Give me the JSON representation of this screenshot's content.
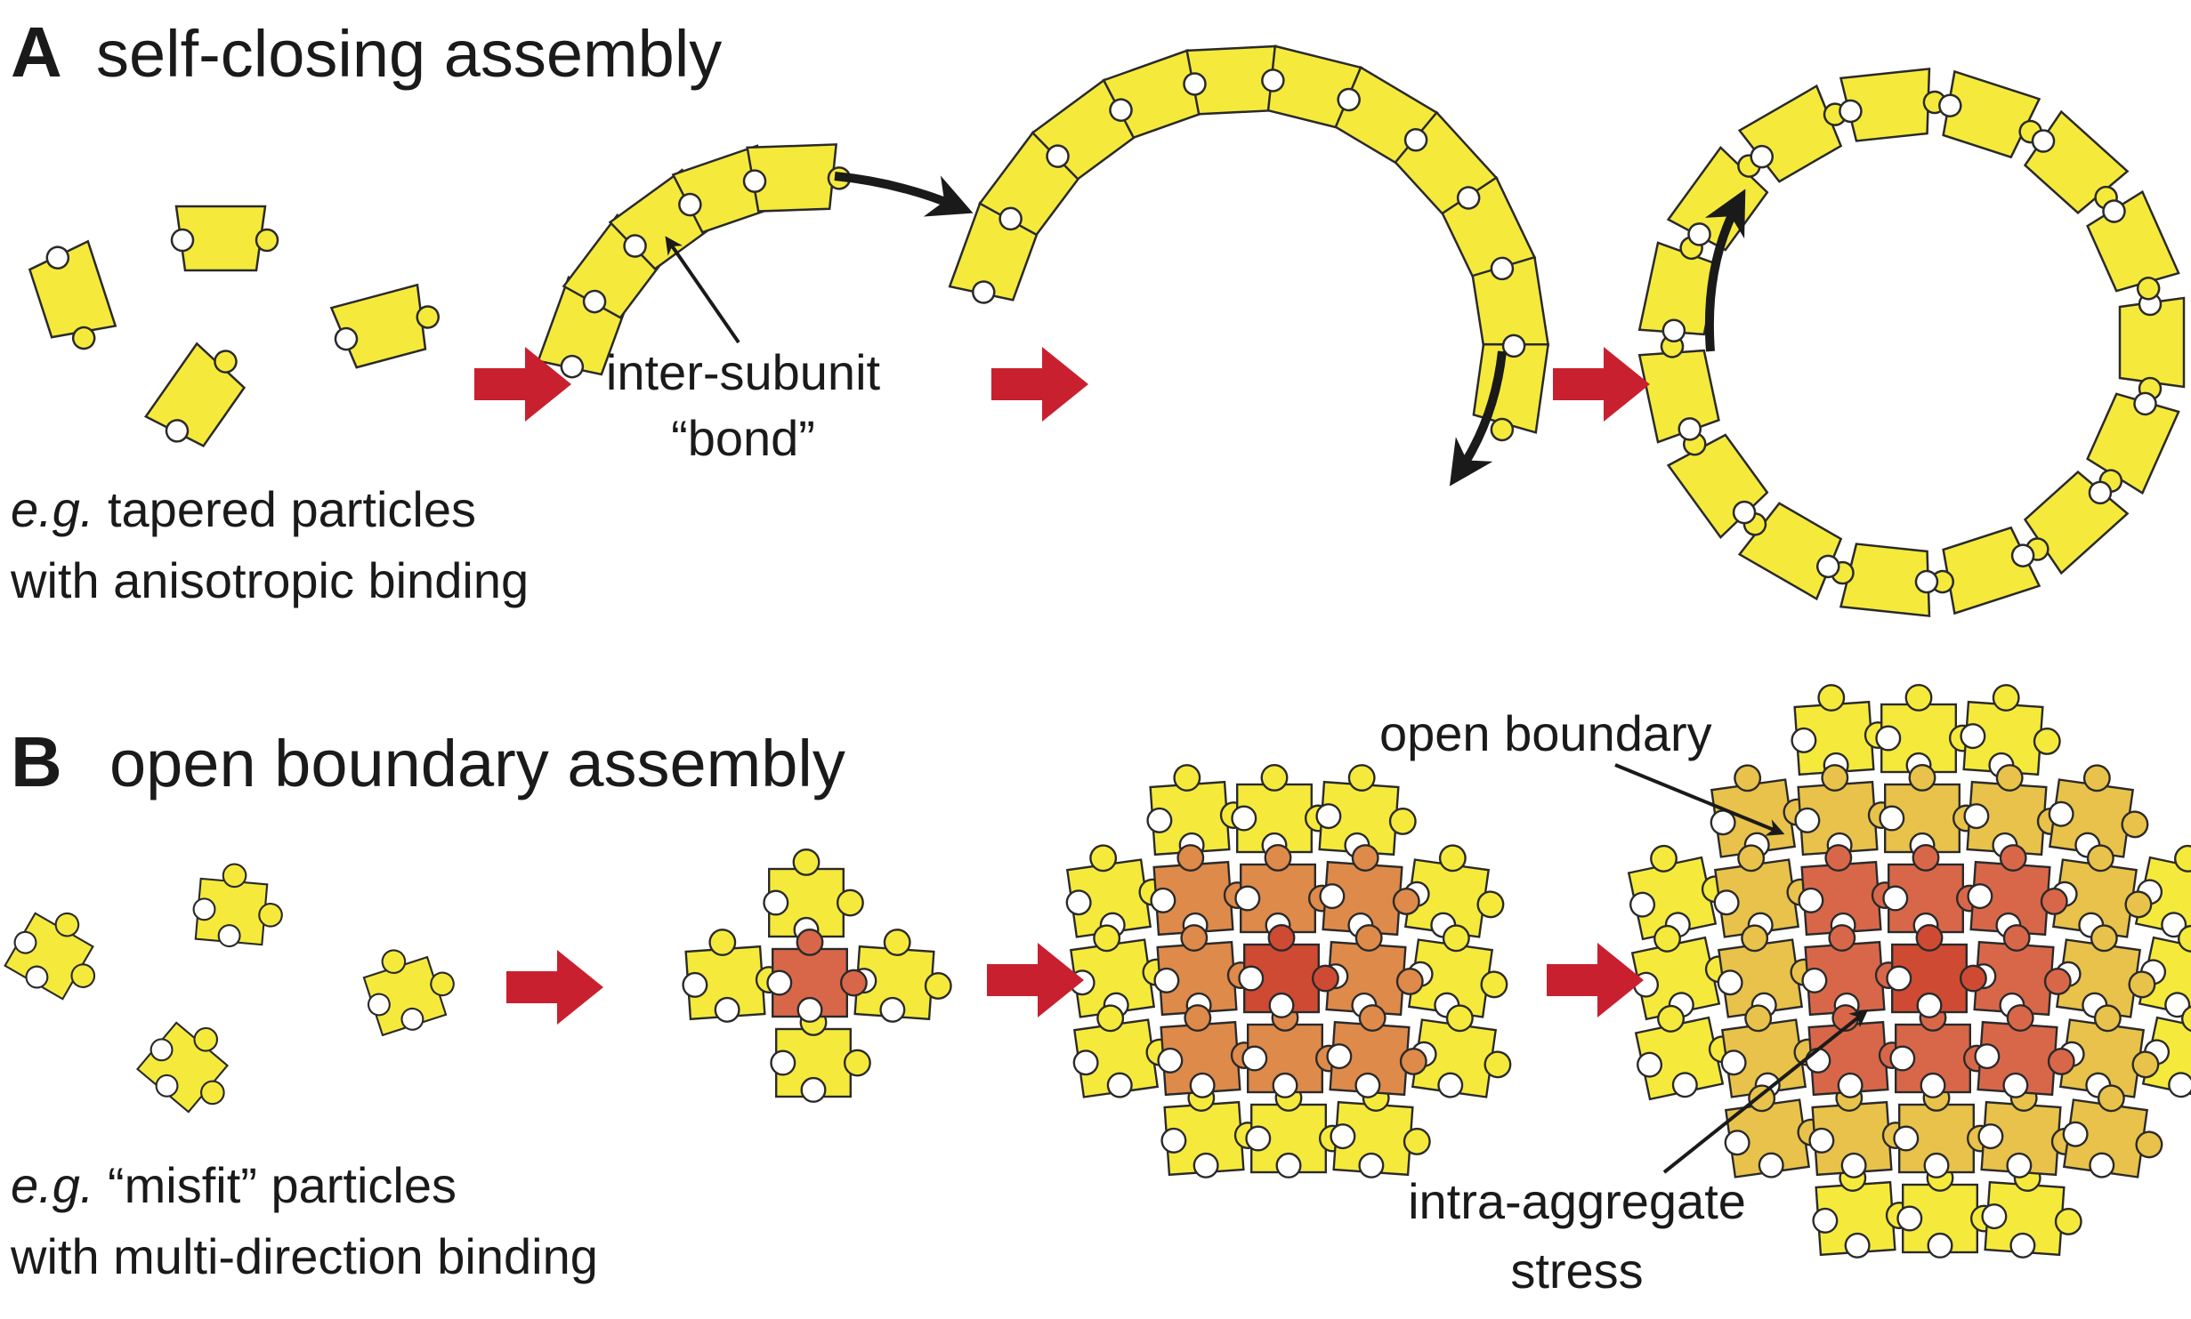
{
  "colors": {
    "yellow": "#f5ea3c",
    "yellow_light": "#f1e146",
    "yellow_orange": "#e8c24a",
    "orange": "#de8a4a",
    "orange_dark": "#d8674a",
    "red_center": "#cf4a33",
    "red_arrow": "#c9202f",
    "black": "#1a1a1a",
    "outline": "#2a2a2a"
  },
  "panel_a": {
    "letter": "A",
    "title": "self-closing assembly",
    "caption_italic": "e.g.",
    "caption_rest": " tapered particles",
    "caption_line2": "with anisotropic binding",
    "bond_label_1": "inter-subunit",
    "bond_label_2": "“bond”"
  },
  "panel_b": {
    "letter": "B",
    "title": "open boundary assembly",
    "caption_italic": "e.g.",
    "caption_rest": " “misfit” particles",
    "caption_line2": "with multi-direction binding",
    "boundary_label": "open boundary",
    "stress_label_1": "intra-aggregate",
    "stress_label_2": "stress"
  }
}
